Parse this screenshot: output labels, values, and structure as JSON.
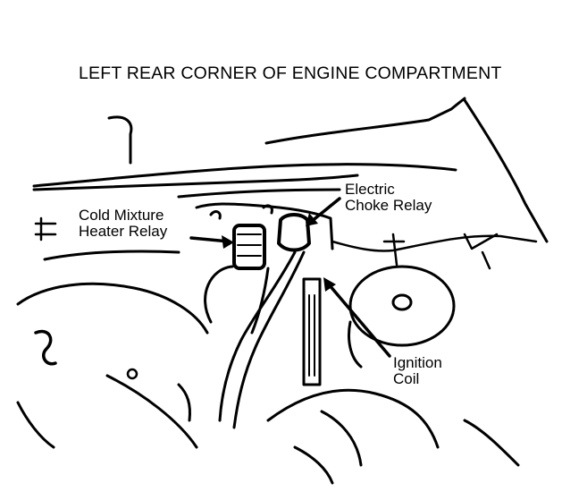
{
  "title": "LEFT REAR CORNER OF ENGINE COMPARTMENT",
  "labels": {
    "cold_mixture_heater_relay": [
      "Cold Mixture",
      "Heater Relay"
    ],
    "electric_choke_relay": [
      "Electric",
      "Choke Relay"
    ],
    "ignition_coil": [
      "Ignition",
      "Coil"
    ]
  }
}
